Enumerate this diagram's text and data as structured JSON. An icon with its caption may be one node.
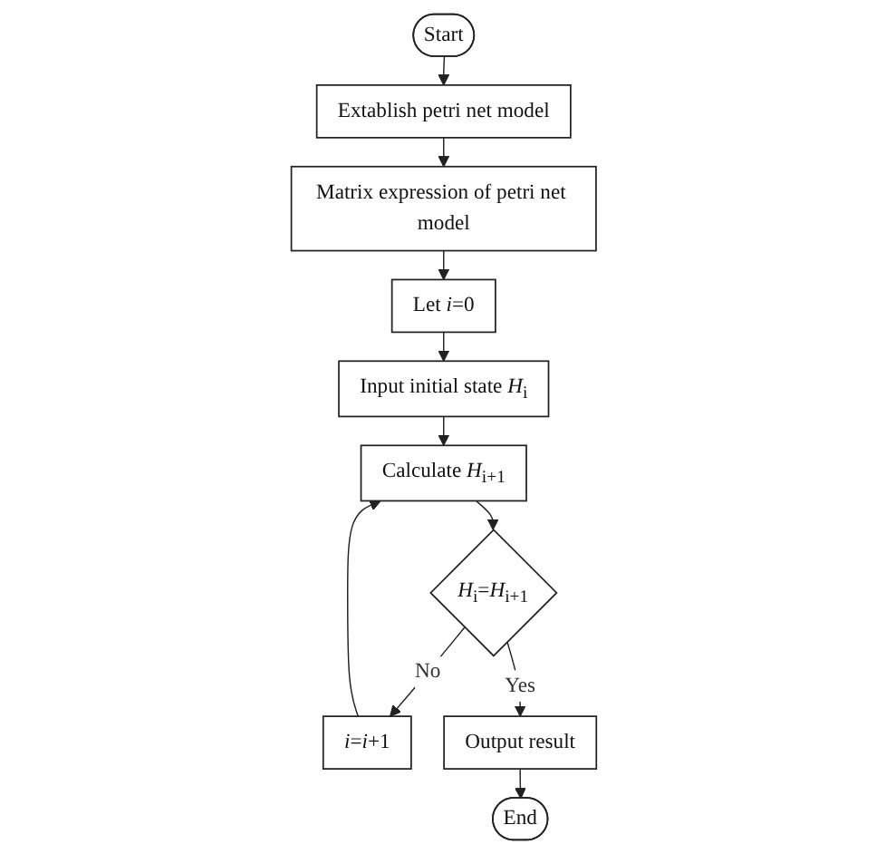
{
  "diagram": {
    "nodes": [
      {
        "text": [
          "Start"
        ]
      },
      {
        "text": [
          "Extablish petri net model"
        ]
      },
      {
        "text": [
          "Matrix expression of petri net model"
        ]
      },
      {
        "text": [
          "Let *i*=0"
        ]
      },
      {
        "text": [
          "Input initial state *H*$_{i}$"
        ]
      },
      {
        "text": [
          "*i*=*i*+1"
        ]
      },
      {
        "text": [
          "Calculate *H*$_{i+1}$"
        ]
      },
      {
        "text": [
          "*H*$_{i}$=*H*$_{i+1}$"
        ]
      },
      {
        "text": [
          "Output result"
        ]
      },
      {
        "text": [
          "End"
        ]
      }
    ],
    "edges": [
      {
        "from": 0,
        "to": 1,
        "arrow": "to"
      },
      {
        "from": 1,
        "to": 2,
        "arrow": "to"
      },
      {
        "from": 2,
        "to": 3,
        "arrow": "to"
      },
      {
        "from": 3,
        "to": 4,
        "arrow": "to"
      },
      {
        "from": 4,
        "to": 6,
        "arrow": "to"
      },
      {
        "from": 6,
        "to": 7,
        "arrow": "to"
      },
      {
        "from": 7,
        "to": 5,
        "label": "No",
        "arrow": "to"
      },
      {
        "from": 5,
        "to": 6,
        "arrow": "to"
      },
      {
        "from": 7,
        "to": 8,
        "label": "Yes",
        "arrow": "to"
      },
      {
        "from": 8,
        "to": 9,
        "arrow": "to"
      }
    ]
  }
}
